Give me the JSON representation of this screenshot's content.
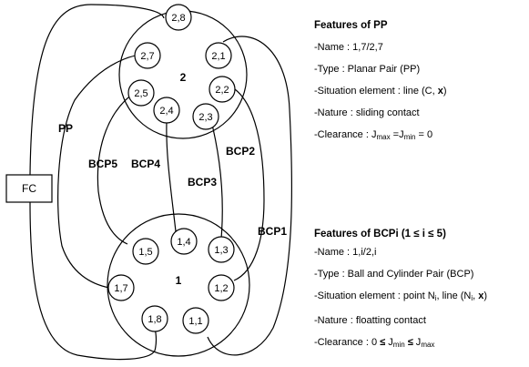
{
  "diagram": {
    "fc_label": "FC",
    "part2": {
      "label": "2",
      "nodes": [
        {
          "id": "n28",
          "label": "2,8"
        },
        {
          "id": "n27",
          "label": "2,7"
        },
        {
          "id": "n21",
          "label": "2,1"
        },
        {
          "id": "n25",
          "label": "2,5"
        },
        {
          "id": "n22",
          "label": "2,2"
        },
        {
          "id": "n24",
          "label": "2,4"
        },
        {
          "id": "n23",
          "label": "2,3"
        }
      ]
    },
    "part1": {
      "label": "1",
      "nodes": [
        {
          "id": "n14",
          "label": "1,4"
        },
        {
          "id": "n15",
          "label": "1,5"
        },
        {
          "id": "n13",
          "label": "1,3"
        },
        {
          "id": "n17",
          "label": "1,7"
        },
        {
          "id": "n12",
          "label": "1,2"
        },
        {
          "id": "n18",
          "label": "1,8"
        },
        {
          "id": "n11",
          "label": "1,1"
        }
      ]
    },
    "link_labels": {
      "pp": "PP",
      "bcp5": "BCP5",
      "bcp4": "BCP4",
      "bcp3": "BCP3",
      "bcp2": "BCP2",
      "bcp1": "BCP1"
    }
  },
  "pp_features": {
    "title": "Features of PP",
    "name": "-Name : 1,7/2,7",
    "type": "-Type : Planar Pair (PP)",
    "situation_prefix": "-Situation element : line (C, ",
    "situation_bold": "x",
    "situation_suffix": ")",
    "nature": "-Nature : sliding contact",
    "clearance_prefix": "-Clearance : J",
    "clearance_sub1": "max",
    "clearance_mid": " =J",
    "clearance_sub2": "min",
    "clearance_suffix": " = 0"
  },
  "bcp_features": {
    "title": "Features of BCPi (1 ≤ i  ≤ 5)",
    "name": "-Name : 1,i/2,i",
    "type": "-Type : Ball and Cylinder Pair (BCP)",
    "situation_prefix": "-Situation element : point N",
    "situation_sub1": "i",
    "situation_mid": ", line (N",
    "situation_sub2": "i",
    "situation_mid2": ", ",
    "situation_bold": "x",
    "situation_suffix": ")",
    "nature": "-Nature : floatting contact",
    "clearance_prefix": "-Clearance : 0 ",
    "clearance_le1": "≤",
    "clearance_mid": " J",
    "clearance_sub1": "min",
    "clearance_le2": " ≤",
    "clearance_mid2": " J",
    "clearance_sub2": "max"
  }
}
